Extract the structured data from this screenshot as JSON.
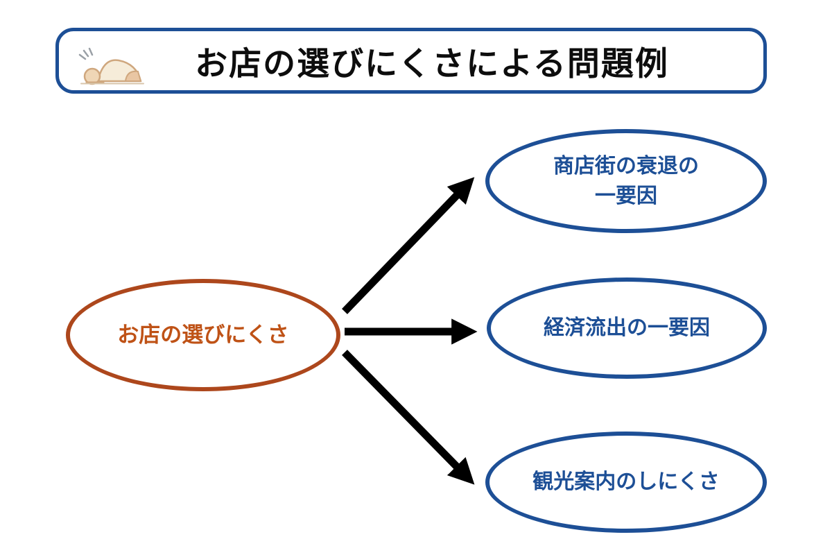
{
  "header": {
    "title": "お店の選びにくさによる問題例",
    "icon": "bowing-person-illustration",
    "border_color": "#1d4f96",
    "title_color": "#0d0d0d"
  },
  "diagram": {
    "source": {
      "label": "お店の選びにくさ",
      "border_color": "#ad471c",
      "text_color": "#bf5216"
    },
    "targets": [
      {
        "label": "商店街の衰退の\n一要因"
      },
      {
        "label": "経済流出の一要因"
      },
      {
        "label": "観光案内のしにくさ"
      }
    ],
    "target_style": {
      "border_color": "#1d4f96",
      "text_color": "#1d4f96"
    },
    "arrow_color": "#000000"
  }
}
